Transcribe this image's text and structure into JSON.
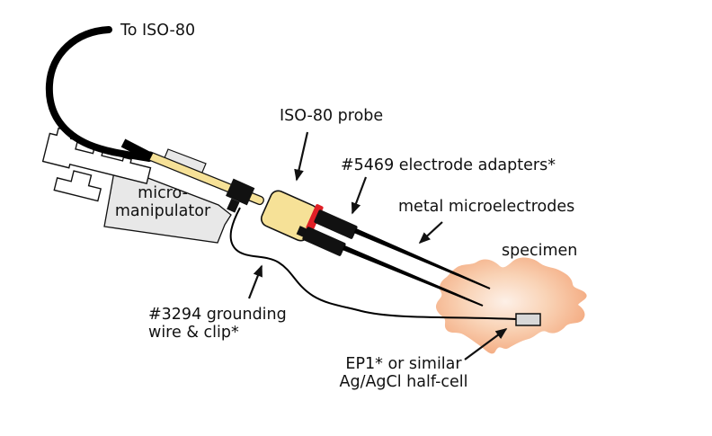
{
  "figure": {
    "title": "ISO-80 probe metal microelectrode recording setup",
    "type": "technical-illustration"
  },
  "labels": {
    "to_iso80": "To ISO-80",
    "iso80_probe": "ISO-80 probe",
    "electrode_adapters": "#5469 electrode adapters*",
    "metal_microelectrodes": "metal microelectrodes",
    "specimen": "specimen",
    "micromanipulator_line1": "micro-",
    "micromanipulator_line2": "manipulator",
    "grounding_line1": "#3294 grounding",
    "grounding_line2": "wire & clip*",
    "half_cell_line1": "EP1* or similar",
    "half_cell_line2": "Ag/AgCl half-cell"
  },
  "colors": {
    "cable_black": "#000000",
    "probe_yellow": "#F6E197",
    "rod_yellow": "#F6E197",
    "connector_red": "#E01F26",
    "manipulator_gray": "#E8E8E8",
    "clamp_white": "#FFFFFF",
    "half_cell_gray": "#D8D8D8",
    "specimen_center": "#FDF0E7",
    "specimen_mid": "#F9D3B6",
    "specimen_edge": "#F3A478",
    "line_black": "#111111",
    "text_color": "#111111"
  }
}
